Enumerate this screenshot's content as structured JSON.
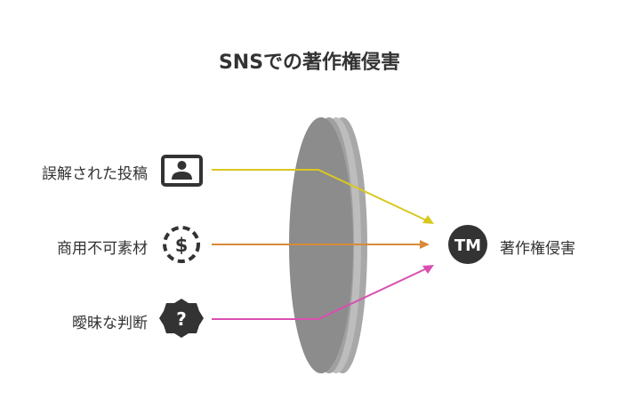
{
  "title": "SNSでの著作権侵害",
  "inputs": [
    {
      "label": "誤解された投稿",
      "icon": "portrait-frame-icon",
      "color": "#D9C820"
    },
    {
      "label": "商用不可素材",
      "icon": "dollar-dashed-circle-icon",
      "color": "#D98A3A"
    },
    {
      "label": "曖昧な判断",
      "icon": "question-badge-icon",
      "color": "#D94FB0"
    }
  ],
  "output": {
    "label": "著作権侵害",
    "icon_text": "TM",
    "icon": "trademark-icon"
  },
  "colors": {
    "lens": "#8c8c8c",
    "lens_edge": "#a8a8a8",
    "icon_dark": "#333333"
  }
}
